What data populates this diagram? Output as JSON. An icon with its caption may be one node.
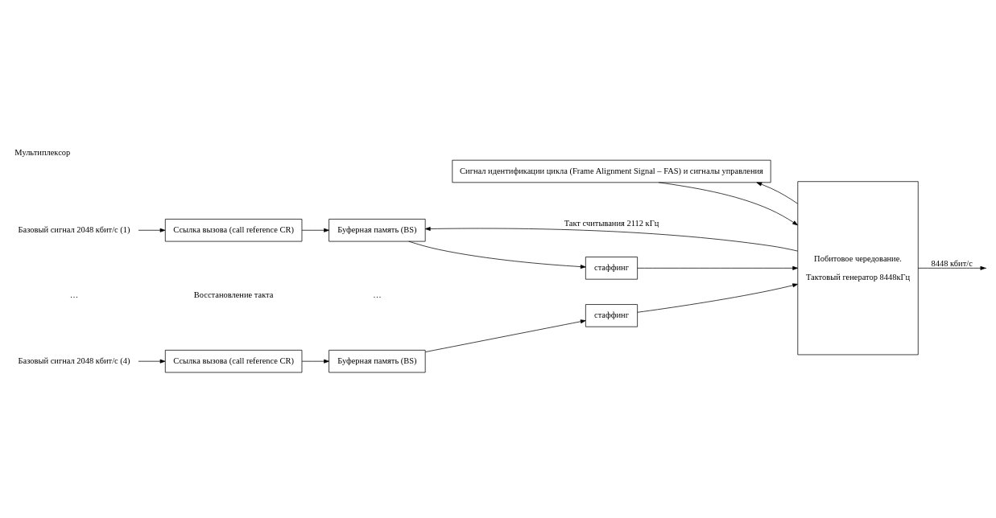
{
  "diagram": {
    "title": "Мультиплексор",
    "nodes": [
      {
        "text": [
          "Сигнал идентификации цикла (Frame Alignment Signal – FAS) и сигналы управления"
        ]
      },
      {
        "text": [
          "Побитовое чередование.",
          "Тактовый генератор 8448кГц"
        ]
      },
      {
        "text": [
          "Базовый сигнал 2048 кбит/с (1)"
        ]
      },
      {
        "text": [
          "Ссылка вызова (call reference CR)"
        ]
      },
      {
        "text": [
          "Буферная память (BS)"
        ]
      },
      {
        "text": [
          "стаффинг"
        ]
      },
      {
        "text": [
          "Базовый сигнал 2048 кбит/с (4)"
        ]
      },
      {
        "text": [
          "Ссылка вызова (call reference CR)"
        ]
      },
      {
        "text": [
          "Буферная память (BS)"
        ]
      },
      {
        "text": [
          "стаффинг"
        ]
      }
    ],
    "edges": [
      {
        "from": 0,
        "to": 1,
        "arrow": "to"
      },
      {
        "from": 1,
        "to": 0,
        "arrow": "to"
      },
      {
        "from": 2,
        "to": 3,
        "arrow": "to"
      },
      {
        "from": 3,
        "to": 4,
        "arrow": "to"
      },
      {
        "from": 4,
        "to": 5,
        "arrow": "to"
      },
      {
        "from": 5,
        "to": 1,
        "arrow": "to"
      },
      {
        "from": 1,
        "to": 4,
        "arrow": "to",
        "label": "Такт считывания 2112 кГц"
      },
      {
        "from": 6,
        "to": 7,
        "arrow": "to"
      },
      {
        "from": 7,
        "to": 8,
        "arrow": "to"
      },
      {
        "from": 8,
        "to": 9,
        "arrow": "to"
      },
      {
        "from": 9,
        "to": 1,
        "arrow": "to"
      },
      {
        "from": 1,
        "to": null,
        "arrow": "to",
        "label": "8448 кбит/с"
      }
    ],
    "labels": [
      "Восстановление такта",
      "…",
      "…"
    ]
  }
}
